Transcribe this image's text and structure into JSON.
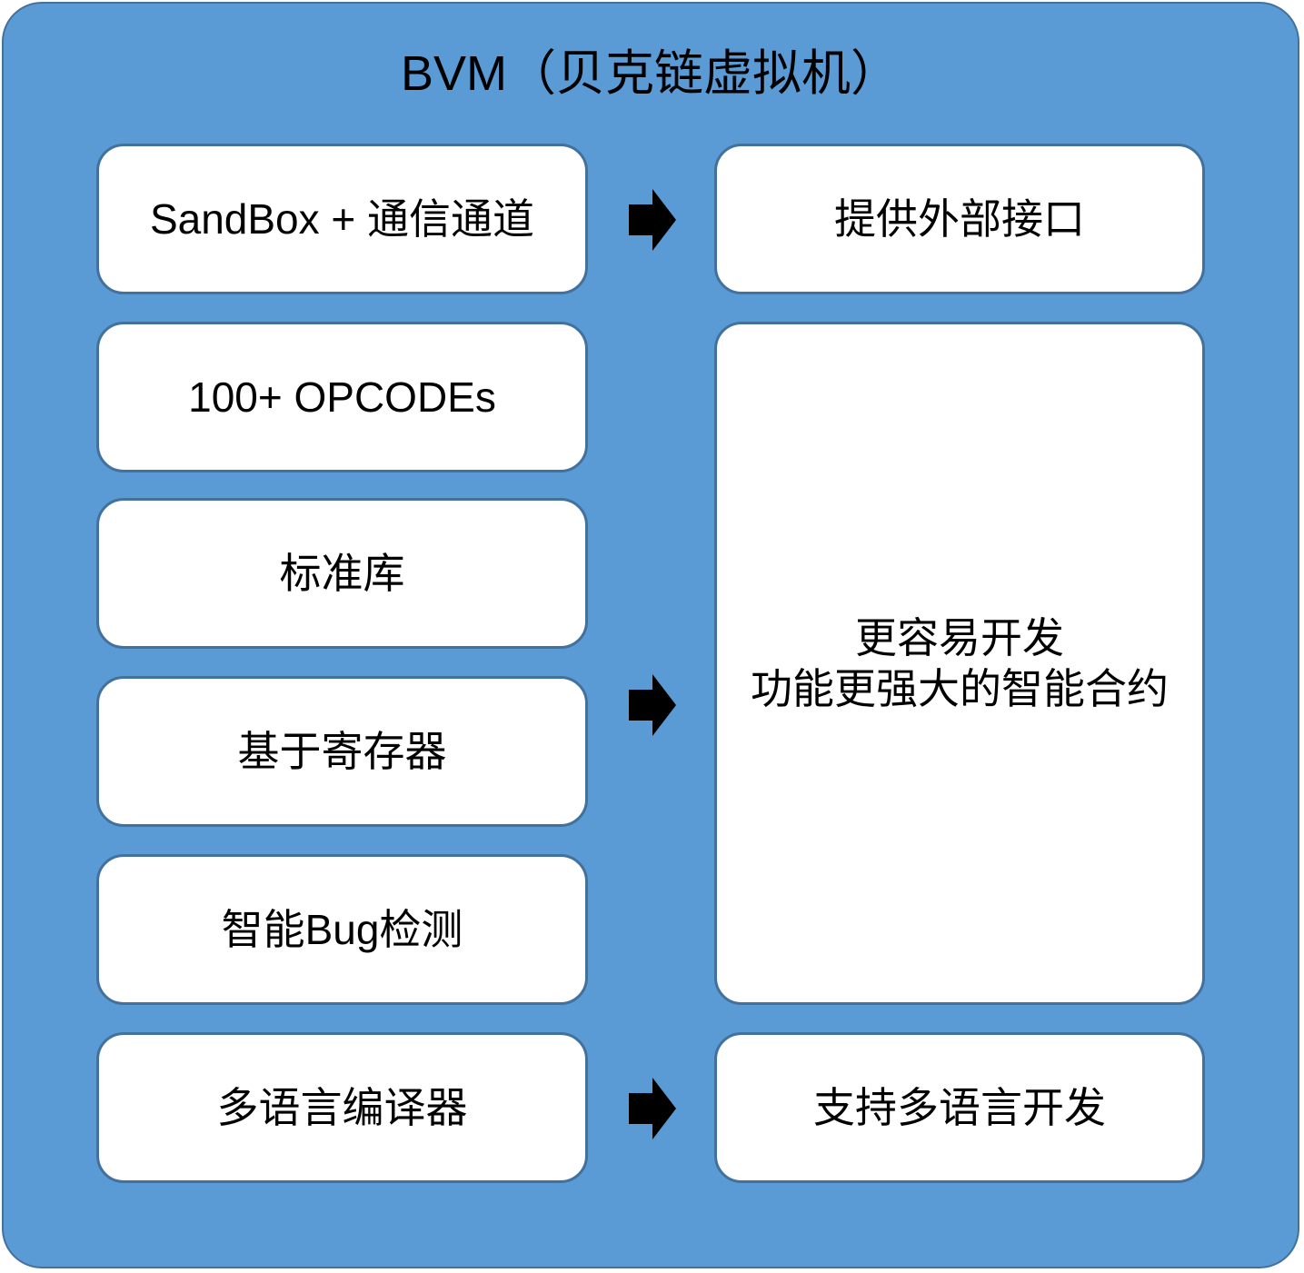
{
  "title": "BVM（贝克链虚拟机）",
  "features": [
    "SandBox + 通信通道",
    "100+ OPCODEs",
    "标准库",
    "基于寄存器",
    "智能Bug检测",
    "多语言编译器"
  ],
  "outcomes": {
    "external_interface": "提供外部接口",
    "smart_contracts_line1": "更容易开发",
    "smart_contracts_line2": "功能更强大的智能合约",
    "multi_language": "支持多语言开发"
  },
  "colors": {
    "background_panel": "#5b9bd5",
    "panel_border": "#41719c",
    "box_fill": "#ffffff",
    "arrow": "#000000"
  }
}
